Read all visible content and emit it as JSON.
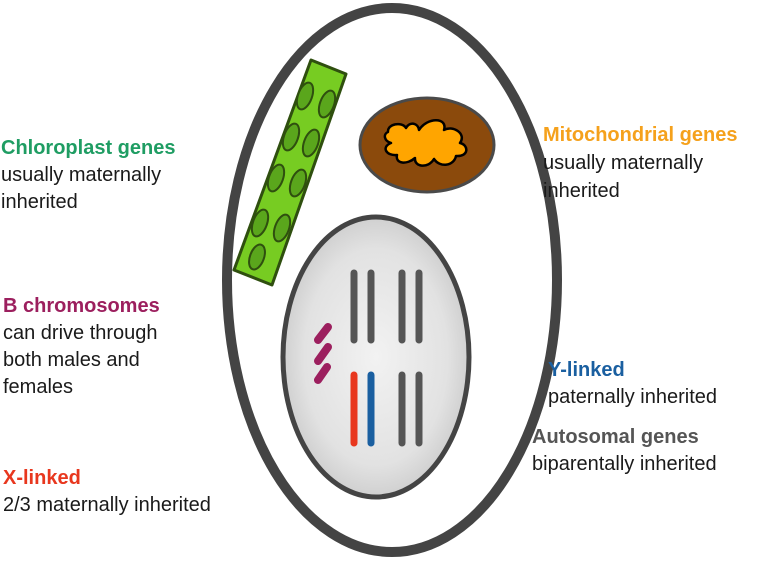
{
  "colors": {
    "chloroplast": "#1f9d63",
    "mitochondria": "#f5a11c",
    "b_chromosome": "#9c1f5e",
    "y_linked": "#1a5fa0",
    "x_linked": "#e8371e",
    "autosomal": "#555555",
    "text": "#1a1a1a"
  },
  "labels": {
    "chloroplast": {
      "title": "Chloroplast genes",
      "lines": [
        "usually maternally",
        "inherited"
      ]
    },
    "mitochondria": {
      "title": "Mitochondrial genes",
      "lines": [
        "usually maternally",
        "inherited"
      ]
    },
    "b_chromosomes": {
      "title": "B chromosomes",
      "lines": [
        "can drive through",
        "both males and",
        "females"
      ]
    },
    "y_linked": {
      "title": "Y-linked",
      "lines": [
        "paternally inherited"
      ]
    },
    "autosomal": {
      "title": "Autosomal genes",
      "lines": [
        "biparentally inherited"
      ]
    },
    "x_linked": {
      "title": "X-linked",
      "lines": [
        "2/3 maternally inherited"
      ]
    }
  }
}
